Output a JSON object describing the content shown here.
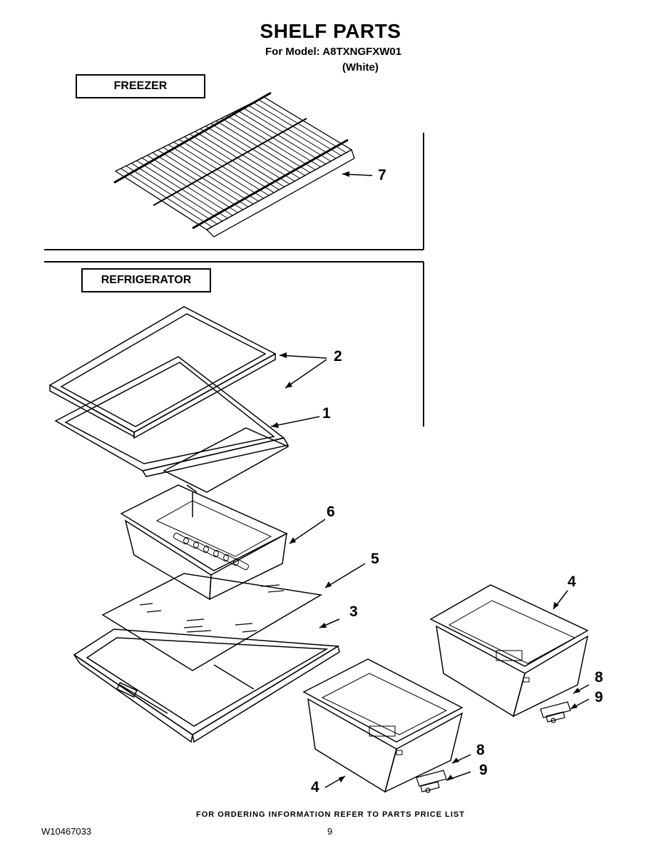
{
  "header": {
    "title": "SHELF PARTS",
    "model_line": "For Model: A8TXNGFXW01",
    "color_line": "(White)"
  },
  "sections": {
    "freezer_label": "FREEZER",
    "refrigerator_label": "REFRIGERATOR"
  },
  "callouts": {
    "c7": "7",
    "c2": "2",
    "c1": "1",
    "c6": "6",
    "c5": "5",
    "c3": "3",
    "c4_right": "4",
    "c8_right": "8",
    "c9_right": "9",
    "c4_left": "4",
    "c8_left": "8",
    "c9_left": "9"
  },
  "parts": [
    {
      "ref": "7",
      "name": "freezer-wire-shelf"
    },
    {
      "ref": "2",
      "name": "glass-shelf-frame"
    },
    {
      "ref": "1",
      "name": "shelf-frame"
    },
    {
      "ref": "6",
      "name": "deli-drawer"
    },
    {
      "ref": "5",
      "name": "crisper-glass-cover"
    },
    {
      "ref": "3",
      "name": "crisper-cover-frame"
    },
    {
      "ref": "4",
      "name": "crisper-drawer"
    },
    {
      "ref": "8",
      "name": "humidity-control-slide"
    },
    {
      "ref": "9",
      "name": "humidity-control-knob"
    }
  ],
  "footer": {
    "note": "FOR ORDERING INFORMATION REFER TO PARTS PRICE LIST",
    "doc_number": "W10467033",
    "page_number": "9"
  }
}
